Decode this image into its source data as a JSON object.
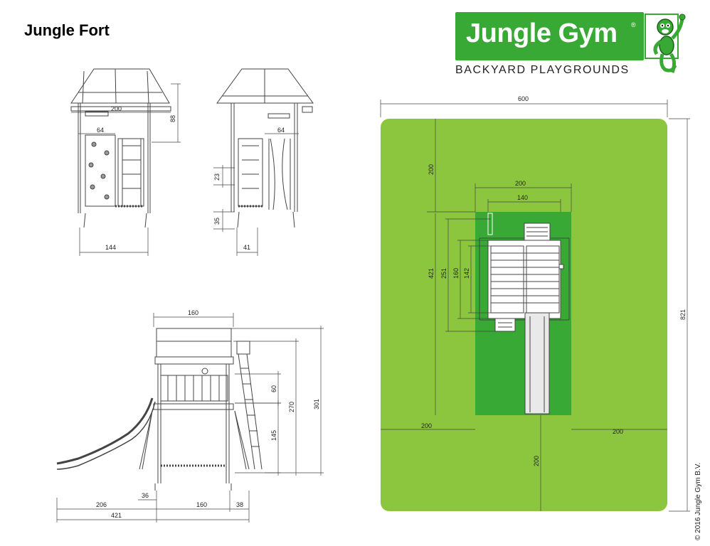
{
  "title": "Jungle Fort",
  "brand": {
    "name": "Jungle Gym",
    "registered": "®",
    "tagline": "BACKYARD PLAYGROUNDS",
    "mascot_icon": "monkey-mascot-icon",
    "green": "#39a935"
  },
  "copyright": "© 2016  Jungle Gym  B.V.",
  "colors": {
    "outer_zone": "#8cc63f",
    "inner_zone": "#39a935",
    "line": "#555555"
  },
  "front_view": {
    "dims": [
      "200",
      "88",
      "64",
      "144"
    ]
  },
  "side_view": {
    "dims": [
      "64",
      "23",
      "35",
      "41"
    ]
  },
  "bottom_view": {
    "dims": [
      "160",
      "60",
      "145",
      "270",
      "301",
      "36",
      "206",
      "160",
      "38",
      "421"
    ]
  },
  "plan_view": {
    "dims": [
      "600",
      "200",
      "200",
      "140",
      "421",
      "251",
      "160",
      "142",
      "821",
      "200",
      "200",
      "200"
    ]
  }
}
